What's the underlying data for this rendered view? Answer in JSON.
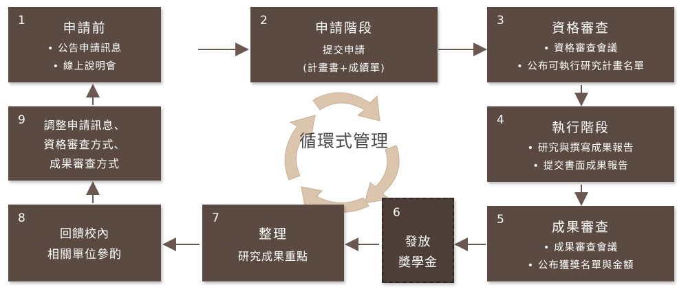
{
  "center_label": "循環式管理",
  "steps": [
    {
      "num": "1",
      "title": "申請前",
      "bullets": [
        "公告申請訊息",
        "線上說明會"
      ]
    },
    {
      "num": "2",
      "title": "申請階段",
      "lines": [
        "提交申請",
        "(計畫書+成績單)"
      ]
    },
    {
      "num": "3",
      "title": "資格審查",
      "bullets": [
        "資格審查會議",
        "公布可執行研究計畫名單"
      ]
    },
    {
      "num": "4",
      "title": "執行階段",
      "bullets": [
        "研究與撰寫成果報告",
        "提交書面成果報告"
      ]
    },
    {
      "num": "5",
      "title": "成果審查",
      "bullets": [
        "成果審查會議",
        "公布獲獎名單與金額"
      ]
    },
    {
      "num": "6",
      "title_lines": [
        "發放",
        "獎學金"
      ]
    },
    {
      "num": "7",
      "title": "整理",
      "lines": [
        "研究成果重點"
      ]
    },
    {
      "num": "8",
      "title_lines": [
        "回饋校內",
        "相關單位參酌"
      ]
    },
    {
      "num": "9",
      "title_lines": [
        "調整申請訊息、",
        "資格審查方式、",
        "成果審查方式"
      ]
    }
  ],
  "colors": {
    "box": "#5a4a42",
    "arrow": "#6b5850",
    "cycle": "#d8c0a8"
  }
}
